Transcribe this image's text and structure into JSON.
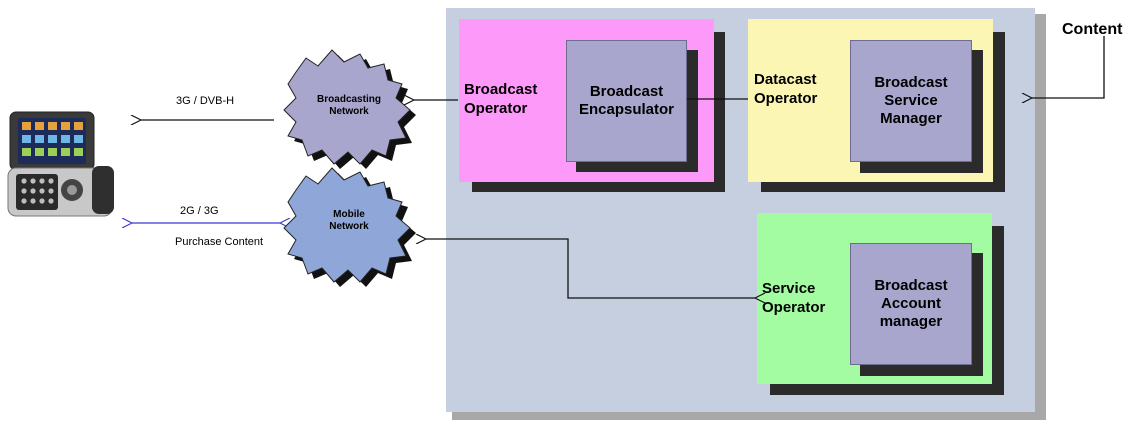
{
  "content_label": "Content",
  "clouds": {
    "broadcasting": "Broadcasting\nNetwork",
    "mobile": "Mobile\nNetwork"
  },
  "links": {
    "broadcast_link": "3G / DVB-H",
    "mobile_link": "2G / 3G",
    "purchase": "Purchase Content"
  },
  "operators": {
    "broadcast": "Broadcast\nOperator",
    "datacast": "Datacast\nOperator",
    "service": "Service\nOperator"
  },
  "components": {
    "encapsulator": "Broadcast\nEncapsulator",
    "service_manager": "Broadcast\nService\nManager",
    "account_manager": "Broadcast\nAccount\nmanager"
  },
  "colors": {
    "main_panel": "#c6cfe0",
    "broadcast_operator": "#fd9af9",
    "datacast_operator": "#fbf6b3",
    "service_operator": "#a3fca1",
    "component": "#a9a6cd",
    "cloud_broadcasting": "#a9a6cd",
    "cloud_mobile": "#8fa6d9",
    "link_blue": "#3a3ad6"
  }
}
